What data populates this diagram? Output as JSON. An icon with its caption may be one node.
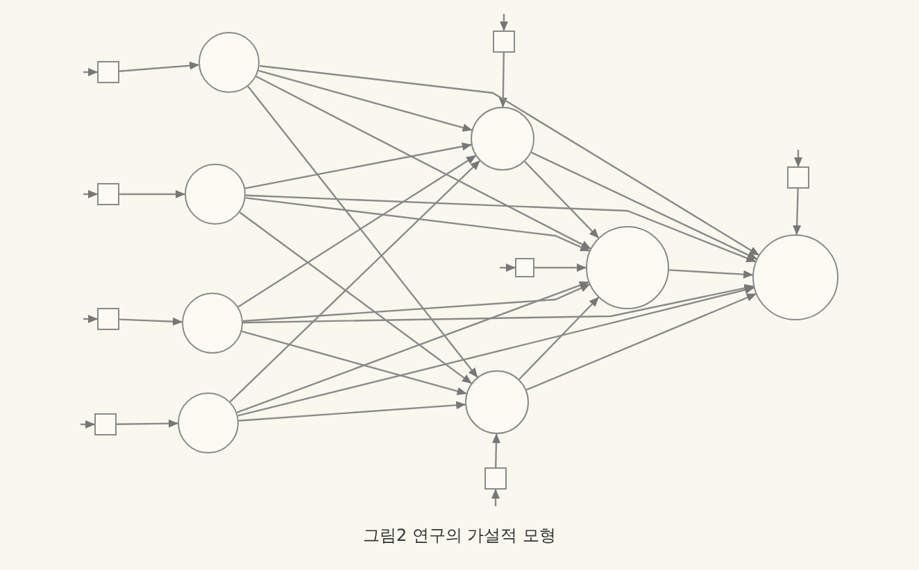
{
  "diagram": {
    "caption": "그림2 연구의 가설적 모형",
    "nodes": [
      {
        "text": [],
        "shape": "circle"
      },
      {
        "text": [],
        "shape": "box"
      },
      {
        "text": [],
        "shape": "circle"
      },
      {
        "text": [],
        "shape": "box"
      },
      {
        "text": [],
        "shape": "circle"
      },
      {
        "text": [],
        "shape": "box"
      },
      {
        "text": [],
        "shape": "circle"
      },
      {
        "text": [],
        "shape": "box"
      },
      {
        "text": [],
        "shape": "circle"
      },
      {
        "text": [],
        "shape": "box"
      },
      {
        "text": [],
        "shape": "circle"
      },
      {
        "text": [],
        "shape": "box"
      },
      {
        "text": [],
        "shape": "circle"
      },
      {
        "text": [],
        "shape": "box"
      },
      {
        "text": [],
        "shape": "circle"
      },
      {
        "text": [],
        "shape": "box"
      }
    ],
    "edges": [
      {
        "from": null,
        "to": 1,
        "arrow": "to"
      },
      {
        "from": 1,
        "to": 0,
        "arrow": "to"
      },
      {
        "from": null,
        "to": 3,
        "arrow": "to"
      },
      {
        "from": 3,
        "to": 2,
        "arrow": "to"
      },
      {
        "from": null,
        "to": 5,
        "arrow": "to"
      },
      {
        "from": 5,
        "to": 4,
        "arrow": "to"
      },
      {
        "from": null,
        "to": 7,
        "arrow": "to"
      },
      {
        "from": 7,
        "to": 6,
        "arrow": "to"
      },
      {
        "from": null,
        "to": 9,
        "arrow": "to"
      },
      {
        "from": 9,
        "to": 8,
        "arrow": "to"
      },
      {
        "from": null,
        "to": 11,
        "arrow": "to"
      },
      {
        "from": 11,
        "to": 10,
        "arrow": "to"
      },
      {
        "from": null,
        "to": 13,
        "arrow": "to"
      },
      {
        "from": 13,
        "to": 12,
        "arrow": "to"
      },
      {
        "from": null,
        "to": 15,
        "arrow": "to"
      },
      {
        "from": 15,
        "to": 14,
        "arrow": "to"
      },
      {
        "from": 0,
        "to": 8,
        "arrow": "to"
      },
      {
        "from": 0,
        "to": 10,
        "arrow": "to"
      },
      {
        "from": 0,
        "to": 12,
        "arrow": "to"
      },
      {
        "from": 0,
        "to": 14,
        "arrow": "to"
      },
      {
        "from": 2,
        "to": 8,
        "arrow": "to"
      },
      {
        "from": 2,
        "to": 10,
        "arrow": "to"
      },
      {
        "from": 2,
        "to": 12,
        "arrow": "to"
      },
      {
        "from": 2,
        "to": 14,
        "arrow": "to"
      },
      {
        "from": 4,
        "to": 8,
        "arrow": "to"
      },
      {
        "from": 4,
        "to": 10,
        "arrow": "to"
      },
      {
        "from": 4,
        "to": 12,
        "arrow": "to"
      },
      {
        "from": 4,
        "to": 14,
        "arrow": "to"
      },
      {
        "from": 6,
        "to": 8,
        "arrow": "to"
      },
      {
        "from": 6,
        "to": 10,
        "arrow": "to"
      },
      {
        "from": 6,
        "to": 12,
        "arrow": "to"
      },
      {
        "from": 6,
        "to": 14,
        "arrow": "to"
      },
      {
        "from": 8,
        "to": 12,
        "arrow": "to"
      },
      {
        "from": 8,
        "to": 14,
        "arrow": "to"
      },
      {
        "from": 10,
        "to": 12,
        "arrow": "to"
      },
      {
        "from": 10,
        "to": 14,
        "arrow": "to"
      },
      {
        "from": 12,
        "to": 14,
        "arrow": "to"
      }
    ]
  }
}
